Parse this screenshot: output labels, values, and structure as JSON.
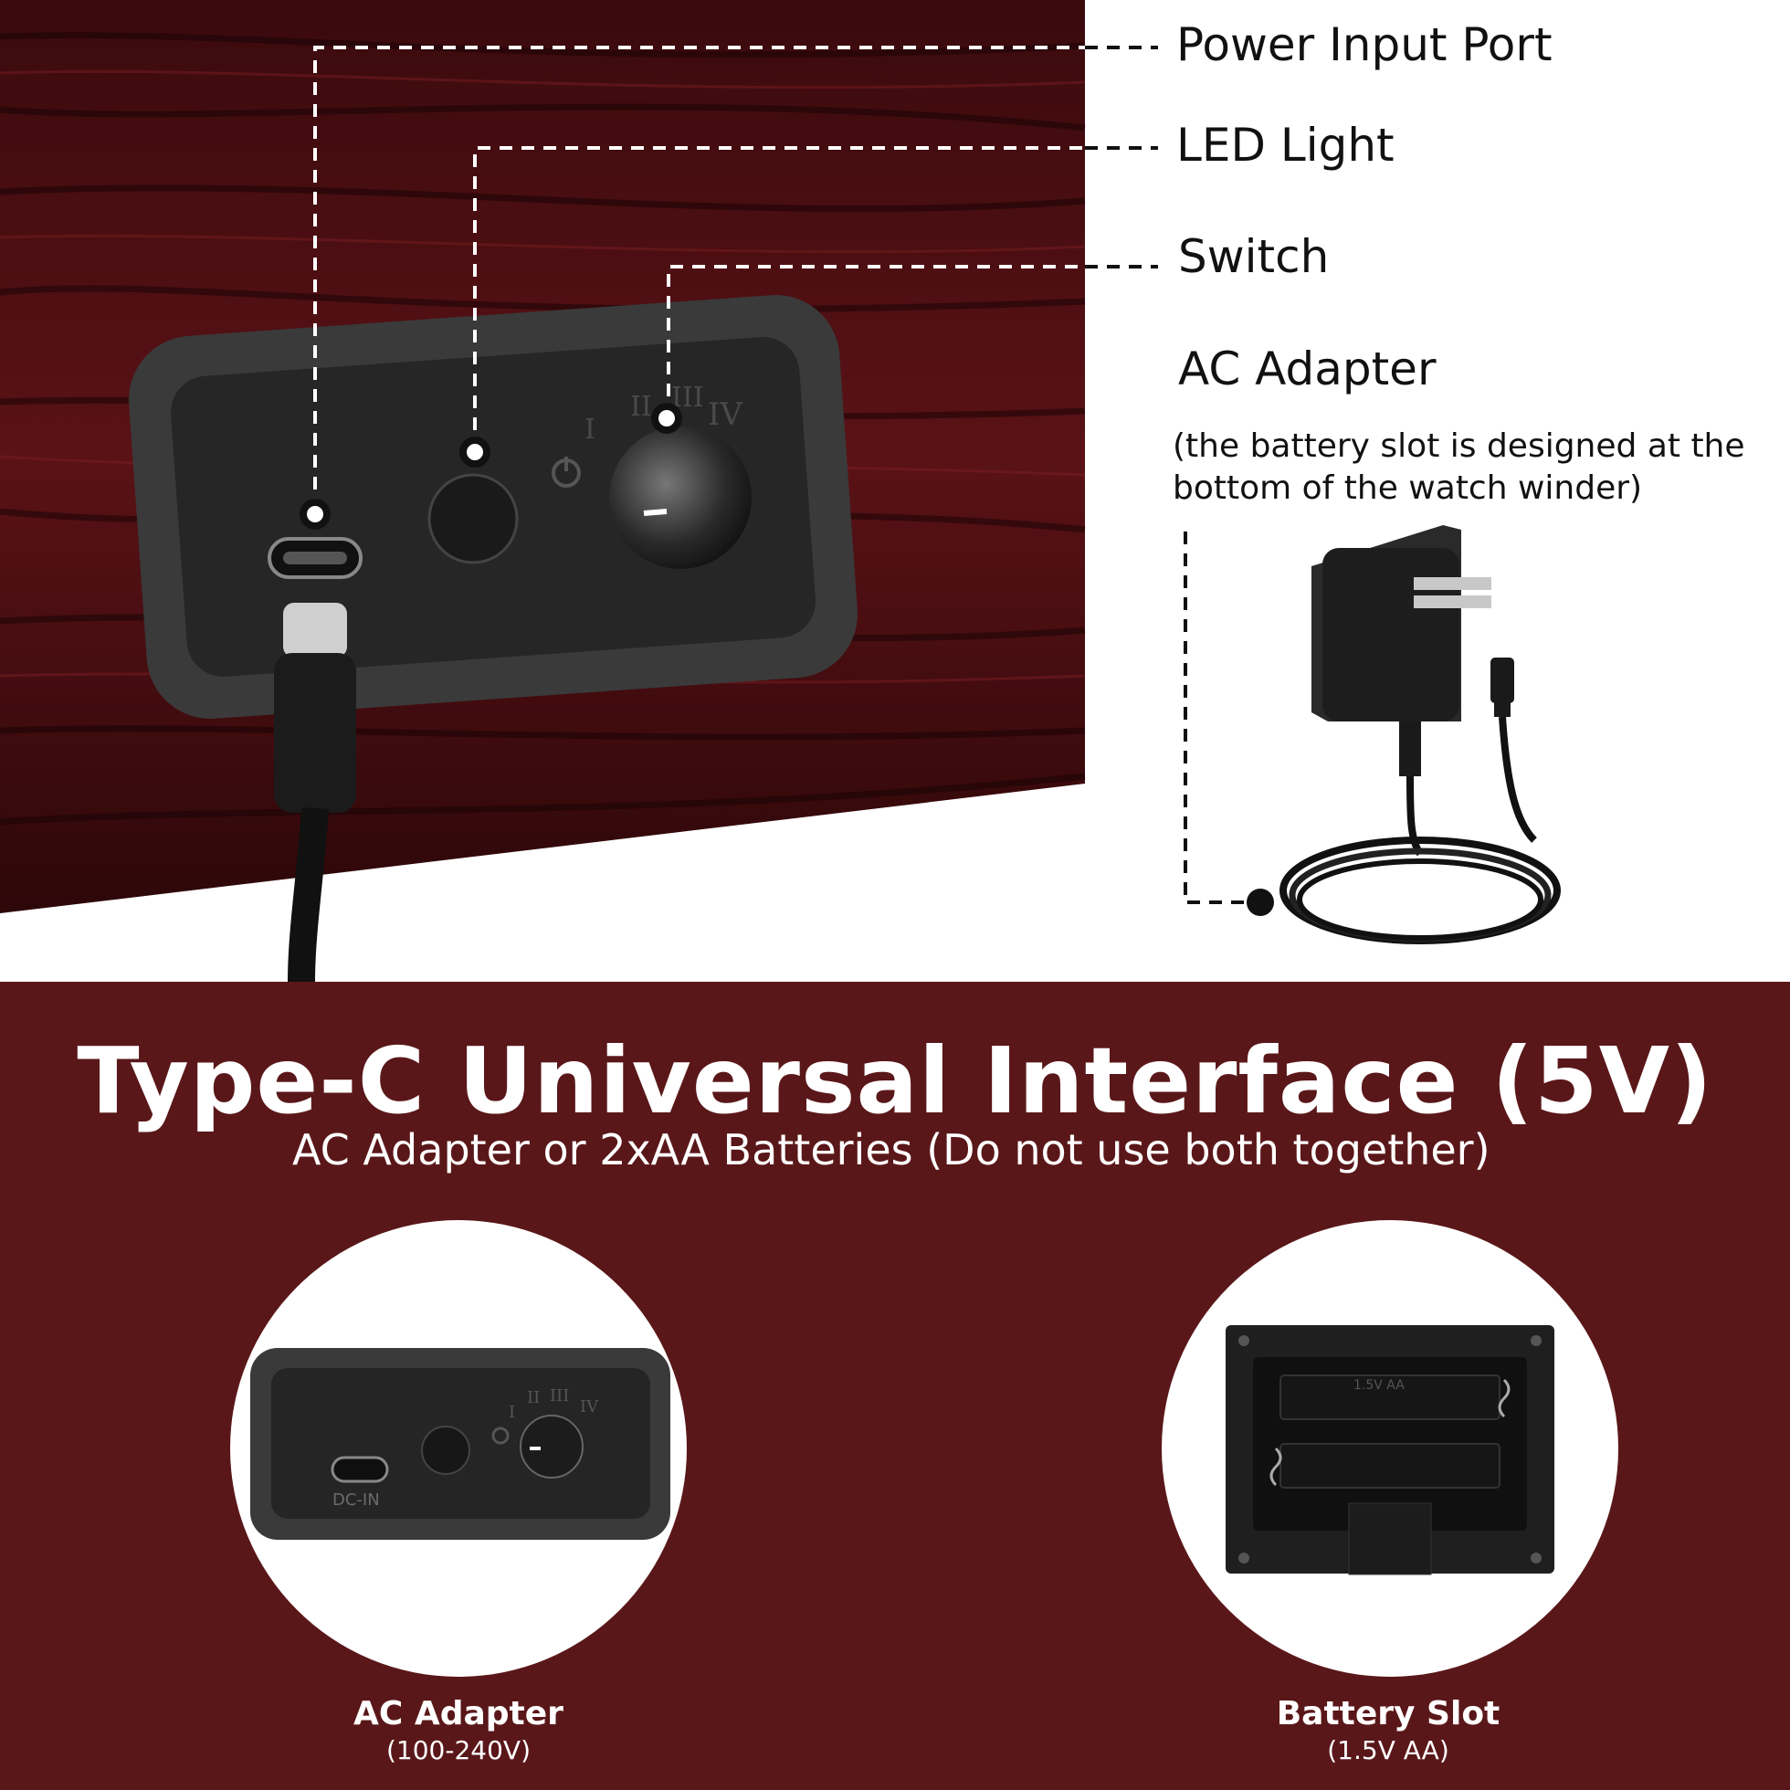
{
  "callouts": {
    "power_input_port": "Power Input Port",
    "led_light": "LED Light",
    "switch": "Switch",
    "ac_adapter": "AC Adapter",
    "ac_adapter_note": "(the battery slot is designed at the bottom of the watch winder)"
  },
  "panel_marks": {
    "dial_1": "I",
    "dial_2": "II",
    "dial_3": "III",
    "dial_4": "IV",
    "port_label": "DC-IN",
    "battery_label": "1.5V AA"
  },
  "headline": "Type-C Universal Interface (5V)",
  "subheadline": "AC Adapter or 2xAA Batteries (Do not use both together)",
  "options": [
    {
      "title": "AC Adapter",
      "subtitle": "(100-240V)"
    },
    {
      "title": "Battery Slot",
      "subtitle": "(1.5V AA)"
    }
  ],
  "colors": {
    "maroon_band": "#5a1719",
    "wood": "#4a0d10",
    "panel": "#2b2b2b",
    "text_dark": "#111111",
    "text_light": "#ffffff"
  }
}
